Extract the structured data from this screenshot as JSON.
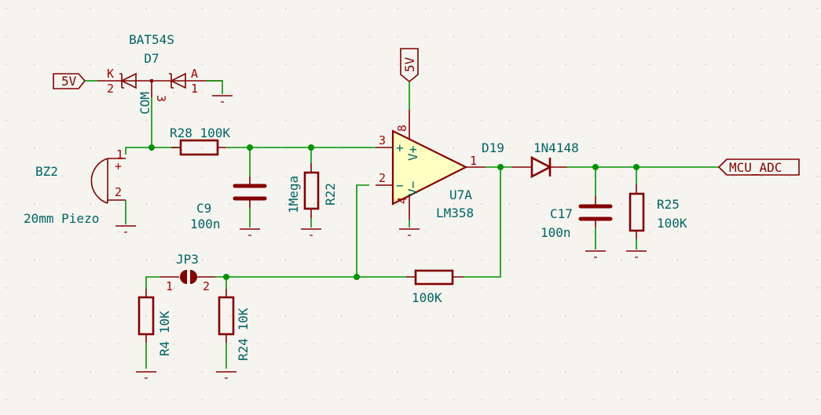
{
  "colors": {
    "wire": "#009400",
    "component": "#840000",
    "text": "#006464",
    "pin": "#a90000",
    "opamp_fill": "#ffffc2",
    "background": "#f5f4ef"
  },
  "net_labels": {
    "vcc_left": "5V",
    "vcc_opamp": "5V",
    "mcu_adc": "MCU_ADC"
  },
  "d7": {
    "part": "BAT54S",
    "ref": "D7",
    "pin_k": "K",
    "pin_k_num": "2",
    "pin_a": "A",
    "pin_a_num": "1",
    "pin_com": "COM",
    "pin_com_num": "3"
  },
  "bz2": {
    "ref": "BZ2",
    "value": "20mm Piezo",
    "pin1": "1",
    "pin2": "2",
    "plus": "+"
  },
  "r28": {
    "label": "R28 100K"
  },
  "c9": {
    "ref": "C9",
    "value": "100n"
  },
  "r22": {
    "ref": "R22",
    "value": "1Mega"
  },
  "u7a": {
    "ref": "U7A",
    "value": "LM358",
    "pin3": "3",
    "pin2": "2",
    "pin1": "1",
    "pin8": "8",
    "pin4": "4",
    "plus": "+",
    "minus": "−",
    "vplus": "V+",
    "vminus": "V−"
  },
  "d19": {
    "ref": "D19",
    "value": "1N4148"
  },
  "c17": {
    "ref": "C17",
    "value": "100n"
  },
  "r25": {
    "ref": "R25",
    "value": "100K"
  },
  "jp3": {
    "ref": "JP3",
    "pin1": "1",
    "pin2": "2"
  },
  "rfb": {
    "value": "100K"
  },
  "r4": {
    "label": "R4 10K"
  },
  "r24": {
    "label": "R24 10K"
  }
}
